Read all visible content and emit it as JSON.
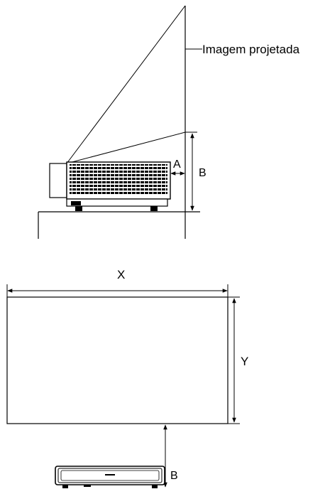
{
  "side_view": {
    "screen_label": "Imagem projetada",
    "label_a": "A",
    "label_b": "B"
  },
  "front_view": {
    "label_x": "X",
    "label_y": "Y",
    "label_b": "B"
  },
  "colors": {
    "line": "#000000",
    "background": "#ffffff"
  }
}
